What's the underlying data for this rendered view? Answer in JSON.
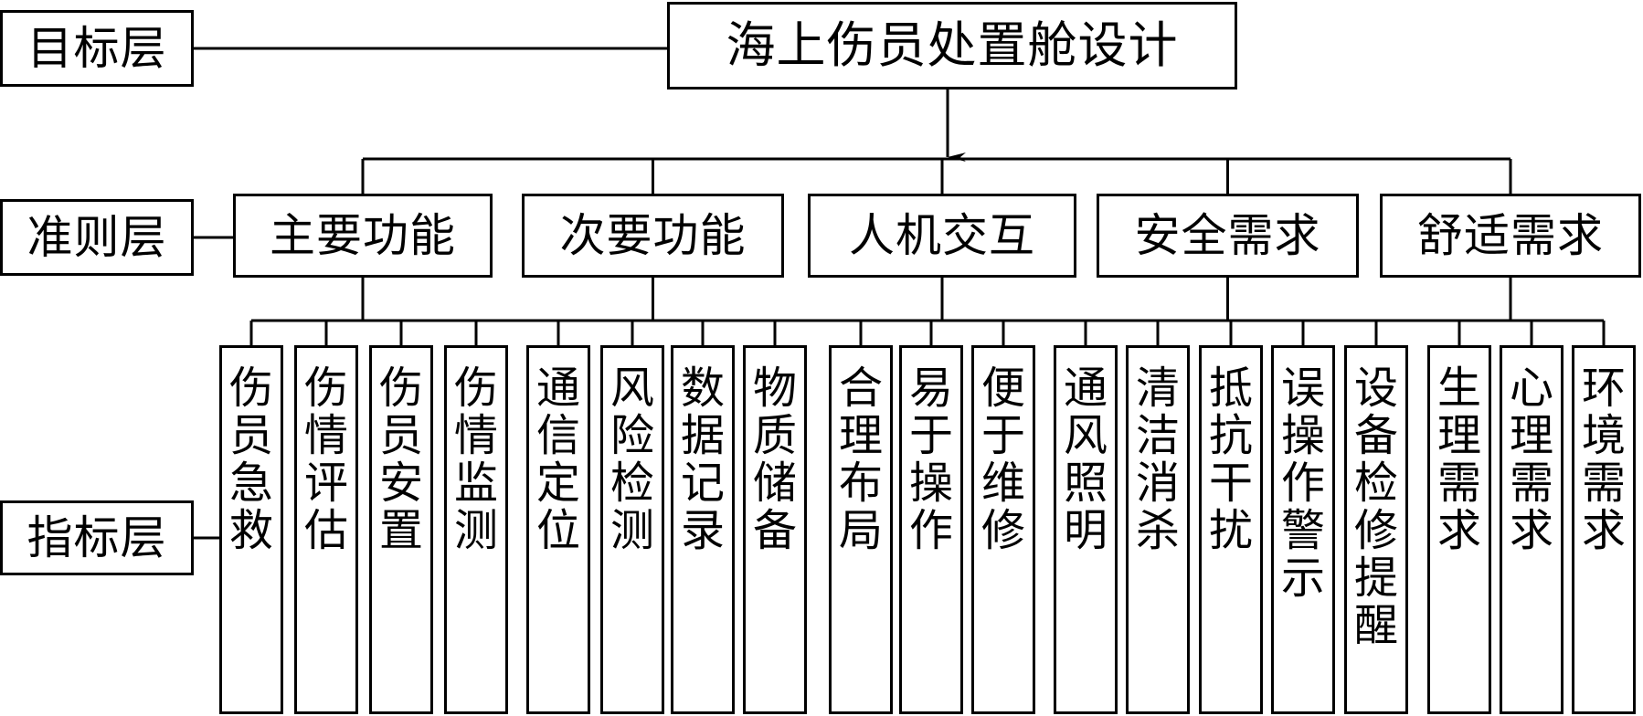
{
  "layers": {
    "goal_label": "目标层",
    "criteria_label": "准则层",
    "indicator_label": "指标层"
  },
  "goal": "海上伤员处置舱设计",
  "criteria": [
    {
      "name": "主要功能",
      "indicators": [
        "伤员急救",
        "伤情评估",
        "伤员安置",
        "伤情监测"
      ]
    },
    {
      "name": "次要功能",
      "indicators": [
        "通信定位",
        "风险检测",
        "数据记录",
        "物质储备"
      ]
    },
    {
      "name": "人机交互",
      "indicators": [
        "合理布局",
        "易于操作",
        "便于维修"
      ]
    },
    {
      "name": "安全需求",
      "indicators": [
        "通风照明",
        "清洁消杀",
        "抵抗干扰",
        "误操作警示",
        "设备检修提醒"
      ]
    },
    {
      "name": "舒适需求",
      "indicators": [
        "生理需求",
        "心理需求",
        "环境需求"
      ]
    }
  ]
}
